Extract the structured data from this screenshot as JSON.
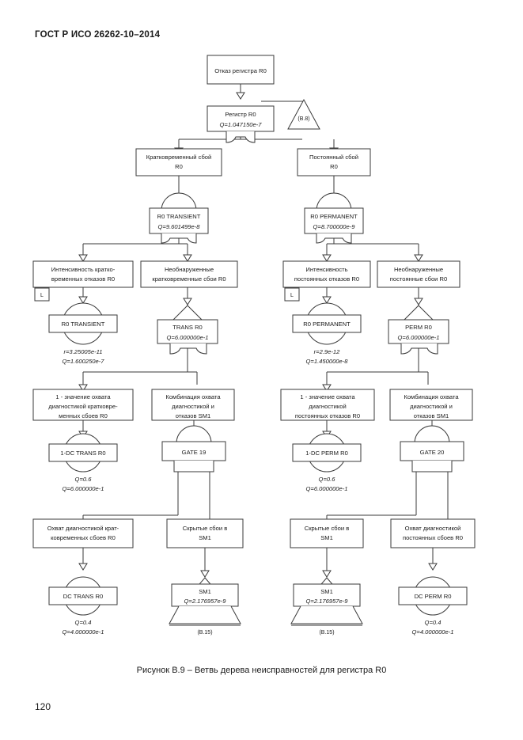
{
  "header": {
    "standard": "ГОСТ Р ИСО 26262-10–2014"
  },
  "caption": {
    "text": "Рисунок В.9 –  Ветвь дерева неисправностей для регистра R0"
  },
  "page_number": "120",
  "diagram": {
    "type": "fault-tree",
    "top_event": {
      "label": "Отказ регистра R0"
    },
    "transfers": [
      {
        "name": "transfer-b8",
        "label": "(В.8)",
        "shape": "triangle"
      },
      {
        "name": "transfer-b15-left",
        "label": "(В.15)",
        "shape": "trapezoid"
      },
      {
        "name": "transfer-b15-right",
        "label": "(В.15)",
        "shape": "trapezoid"
      }
    ],
    "nodes": {
      "register_r0": {
        "name": "Регистр R0",
        "q": "Q=1.047150e-7"
      },
      "transient_fault_box": {
        "line1": "Кратковременный сбой",
        "line2": "R0"
      },
      "permanent_fault_box": {
        "line1": "Постоянный сбой",
        "line2": "R0"
      },
      "r0_transient_gate": {
        "name": "R0 TRANSIENT",
        "q": "Q=9.601499e-8"
      },
      "r0_permanent_gate": {
        "name": "R0 PERMANENT",
        "q": "Q=8.700000e-9"
      },
      "trans_rate_box": {
        "line1": "Интенсивность кратко-",
        "line2": "временных отказов R0",
        "tag": "L"
      },
      "undetected_trans_box": {
        "line1": "Необнаруженные",
        "line2": "кратковременные сбои R0"
      },
      "perm_rate_box": {
        "line1": "Интенсивность",
        "line2": "постоянных отказов R0",
        "tag": "L"
      },
      "undetected_perm_box": {
        "line1": "Необнаруженные",
        "line2": "постоянные сбои R0"
      },
      "r0_transient_basic": {
        "name": "R0 TRANSIENT",
        "r": "r=3.25005e-11",
        "q": "Q=1.600250e-7"
      },
      "r0_permanent_basic": {
        "name": "R0 PERMANENT",
        "r": "r=2.9e-12",
        "q": "Q=1.450000e-8"
      },
      "trans_r0_gate": {
        "name": "TRANS R0",
        "q": "Q=6.000000e-1"
      },
      "perm_r0_gate": {
        "name": "PERM R0",
        "q": "Q=6.000000e-1"
      },
      "one_minus_dc_trans_box": {
        "line1": "1 - значение охвата",
        "line2": "диагностикой  кратковре-",
        "line3": "менных сбоев R0"
      },
      "combination_sm1_left_box": {
        "line1": "Комбинация охвата",
        "line2": "диагностикой  и",
        "line3": "отказов SM1"
      },
      "one_minus_dc_perm_box": {
        "line1": "1 - значение охвата",
        "line2": "диагностикой",
        "line3": "постоянных отказов R0"
      },
      "combination_sm1_right_box": {
        "line1": "Комбинация охвата",
        "line2": "диагностикой  и",
        "line3": "отказов SM1"
      },
      "one_dc_trans_basic": {
        "name": "1-DC TRANS R0",
        "q1": "Q=0.6",
        "q2": "Q=6.000000e-1"
      },
      "one_dc_perm_basic": {
        "name": "1-DC PERM R0",
        "q1": "Q=0.6",
        "q2": "Q=6.000000e-1"
      },
      "gate19": {
        "name": "GATE 19"
      },
      "gate20": {
        "name": "GATE 20"
      },
      "dc_trans_box": {
        "line1": "Охват диагностикой  крат-",
        "line2": "ковременных сбоев R0"
      },
      "latent_sm1_left_box": {
        "line1": "Скрытые сбои в",
        "line2": "SM1"
      },
      "latent_sm1_right_box": {
        "line1": "Скрытые сбои в",
        "line2": "SM1"
      },
      "dc_perm_box": {
        "line1": "Охват диагностикой",
        "line2": "постоянных сбоев R0"
      },
      "dc_trans_basic": {
        "name": "DC TRANS R0",
        "q1": "Q=0.4",
        "q2": "Q=4.000000e-1"
      },
      "dc_perm_basic": {
        "name": "DC PERM R0",
        "q1": "Q=0.4",
        "q2": "Q=4.000000e-1"
      },
      "sm1_left_gate": {
        "name": "SM1",
        "q": "Q=2.176957e-9"
      },
      "sm1_right_gate": {
        "name": "SM1",
        "q": "Q=2.176957e-9"
      }
    }
  }
}
